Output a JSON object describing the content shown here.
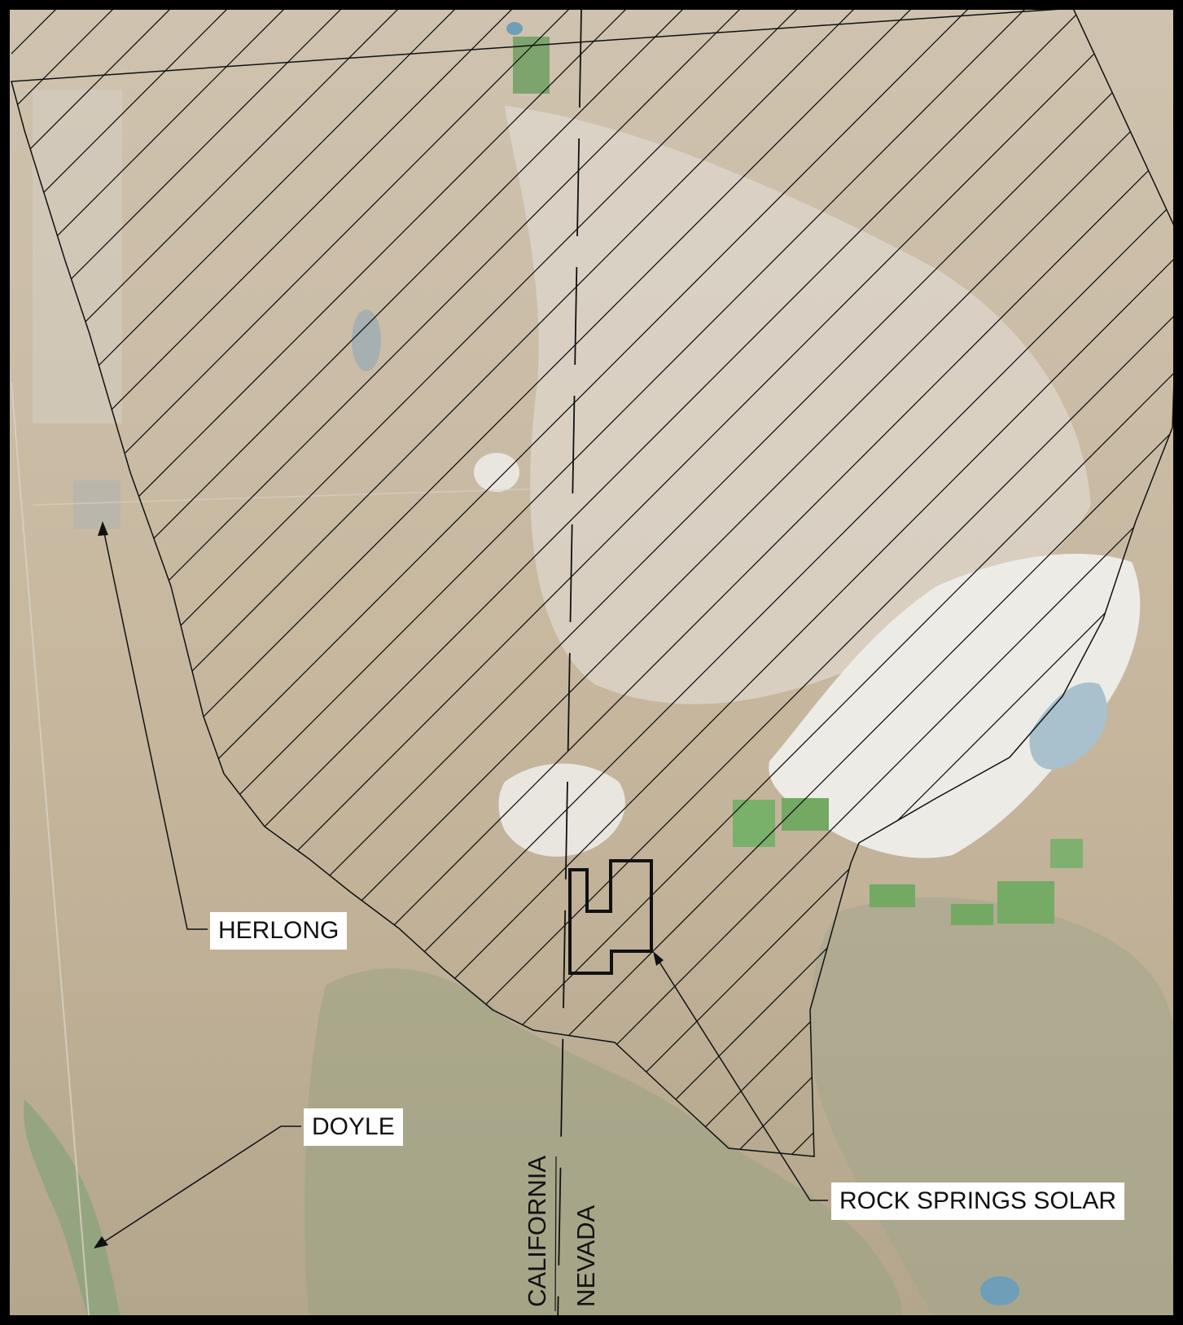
{
  "colors": {
    "terrain": "#c9bba5",
    "terrain_dark": "#b5a48b",
    "playa": "#ebe8e2",
    "vegetation": "#8aa87c",
    "field_green": "#6fae62",
    "water": "#8fb4c7",
    "linework": "#111111",
    "label_background": "#ffffff"
  },
  "labels": {
    "herlong": "HERLONG",
    "doyle": "DOYLE",
    "rock_springs_solar": "ROCK SPRINGS SOLAR"
  },
  "state_line": {
    "west": "CALIFORNIA",
    "east": "NEVADA"
  }
}
